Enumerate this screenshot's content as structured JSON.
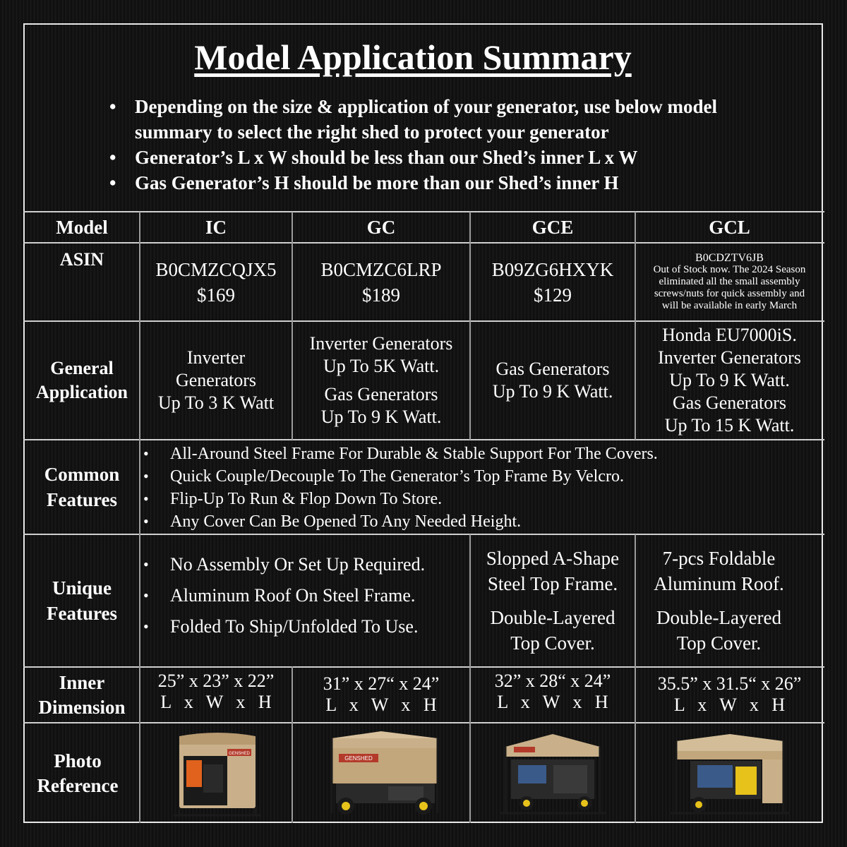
{
  "title": "Model Application Summary",
  "bullets": [
    "Depending on the size & application of your generator, use below model summary to select the right shed to protect your generator",
    "Generator’s L x W should be less than our Shed’s inner L x W",
    "Gas Generator’s H should be more than our Shed’s inner H"
  ],
  "bullet_symbol": "•",
  "table": {
    "row_labels": {
      "model": "Model",
      "asin": "ASIN",
      "general_1": "General",
      "general_2": "Application",
      "common_1": "Common",
      "common_2": "Features",
      "unique_1": "Unique",
      "unique_2": "Features",
      "inner_1": "Inner",
      "inner_2": "Dimension",
      "photo_1": "Photo",
      "photo_2": "Reference"
    },
    "models": [
      {
        "name": "IC",
        "asin": "B0CMZCQJX5",
        "price": "$169",
        "application": [
          "Inverter",
          "Generators",
          "Up To 3 K Watt"
        ],
        "dimension": "25” x 23” x 22”",
        "dimension_axes": "L x W x H"
      },
      {
        "name": "GC",
        "asin": "B0CMZC6LRP",
        "price": "$189",
        "application": [
          "Inverter Generators",
          "Up To 5K Watt.",
          "Gas Generators",
          "Up To 9 K Watt."
        ],
        "dimension": "31” x 27“ x 24”",
        "dimension_axes": "L x W x H"
      },
      {
        "name": "GCE",
        "asin": "B09ZG6HXYK",
        "price": "$129",
        "application": [
          "Gas Generators",
          "Up To 9 K Watt."
        ],
        "dimension": "32” x 28“ x 24”",
        "dimension_axes": "L x W x H"
      },
      {
        "name": "GCL",
        "asin": "B0CDZTV6JB",
        "asin_note": [
          "Out of Stock now. The 2024 Season",
          "eliminated all the small assembly",
          "screws/nuts for quick assembly and",
          "will be available in early March"
        ],
        "application": [
          "Honda EU7000iS.",
          "Inverter Generators",
          "Up To 9 K Watt.",
          "Gas Generators",
          "Up To 15 K Watt."
        ],
        "dimension": "35.5” x 31.5“ x 26”",
        "dimension_axes": "L x W x H"
      }
    ],
    "common_features": [
      "All-Around Steel Frame For Durable & Stable Support For The Covers.",
      "Quick Couple/Decouple To The Generator’s Top Frame By Velcro.",
      "Flip-Up To Run & Flop Down To Store.",
      "Any Cover Can Be Opened To Any Needed Height."
    ],
    "unique_ic_gc": [
      "No Assembly Or Set Up Required.",
      "Aluminum Roof On Steel Frame.",
      "Folded To Ship/Unfolded To Use."
    ],
    "unique_gce": [
      "Slopped A-Shape",
      "Steel Top Frame.",
      "Double-Layered",
      "Top Cover."
    ],
    "unique_gcl": [
      "7-pcs Foldable",
      "Aluminum Roof.",
      "Double-Layered",
      "Top Cover."
    ],
    "brand_text": "GENSHED",
    "colors": {
      "cover_tan": "#c9b08a",
      "frame_black": "#1a1a1a",
      "wheel_yellow": "#e7c21a",
      "accent_orange": "#e0621d",
      "panel_blue": "#3a5a8a"
    }
  }
}
